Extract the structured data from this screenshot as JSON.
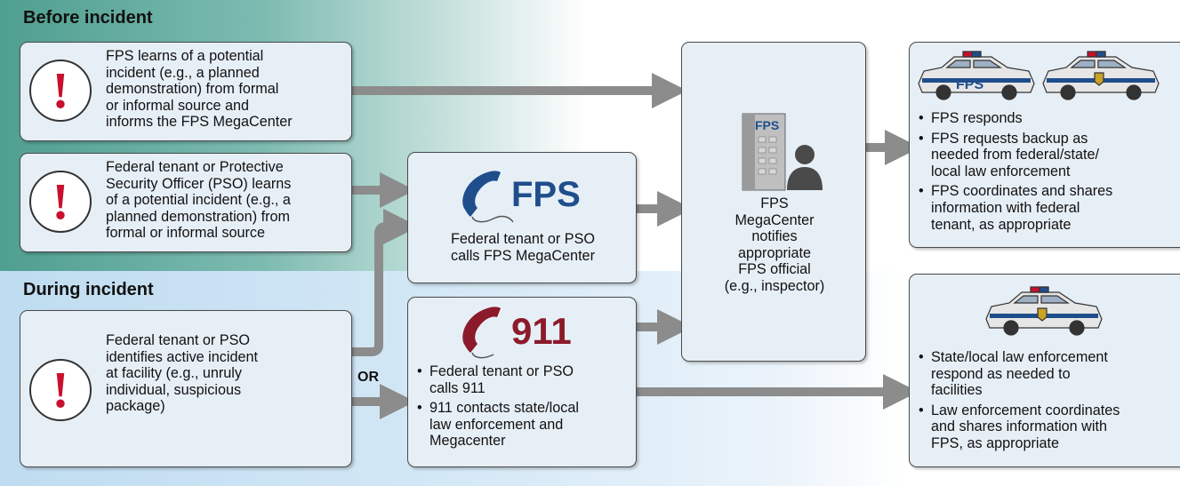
{
  "sections": {
    "before": "Before incident",
    "during": "During incident"
  },
  "sources": {
    "formal": "FPS learns of a potential\nincident (e.g., a planned\ndemonstration) from formal\nor informal source and\ninforms the FPS MegaCenter",
    "tenant": "Federal tenant or Protective\nSecurity Officer (PSO) learns\nof a potential incident  (e.g., a\nplanned demonstration) from\nformal or informal source",
    "active": "Federal tenant or PSO\nidentifies active incident\nat facility (e.g., unruly\nindividual, suspicious\npackage)"
  },
  "or_label": "OR",
  "call_fps": {
    "logo": "FPS",
    "text": "Federal tenant or PSO\ncalls FPS MegaCenter"
  },
  "call_911": {
    "logo": "911",
    "bullets": [
      "Federal tenant or PSO\ncalls 911",
      "911 contacts state/local\nlaw enforcement and\nMegacenter"
    ]
  },
  "megacenter": {
    "building_label": "FPS",
    "text": "FPS\nMegaCenter\nnotifies\nappropriate\nFPS official\n(e.g., inspector)"
  },
  "fps_response": {
    "car_label": "FPS",
    "bullets": [
      "FPS responds",
      "FPS requests backup as\nneeded from federal/state/\nlocal law enforcement",
      "FPS coordinates and shares\ninformation with federal\ntenant, as appropriate"
    ]
  },
  "local_response": {
    "bullets": [
      "State/local law enforcement\nrespond as needed to\nfacilities",
      "Law enforcement coordinates\nand shares information with\nFPS, as appropriate"
    ]
  },
  "colors": {
    "alert": "#c8102e",
    "fps_blue": "#1f4e8c",
    "red_911": "#8b1a2b",
    "arrow": "#8c8c8c"
  }
}
